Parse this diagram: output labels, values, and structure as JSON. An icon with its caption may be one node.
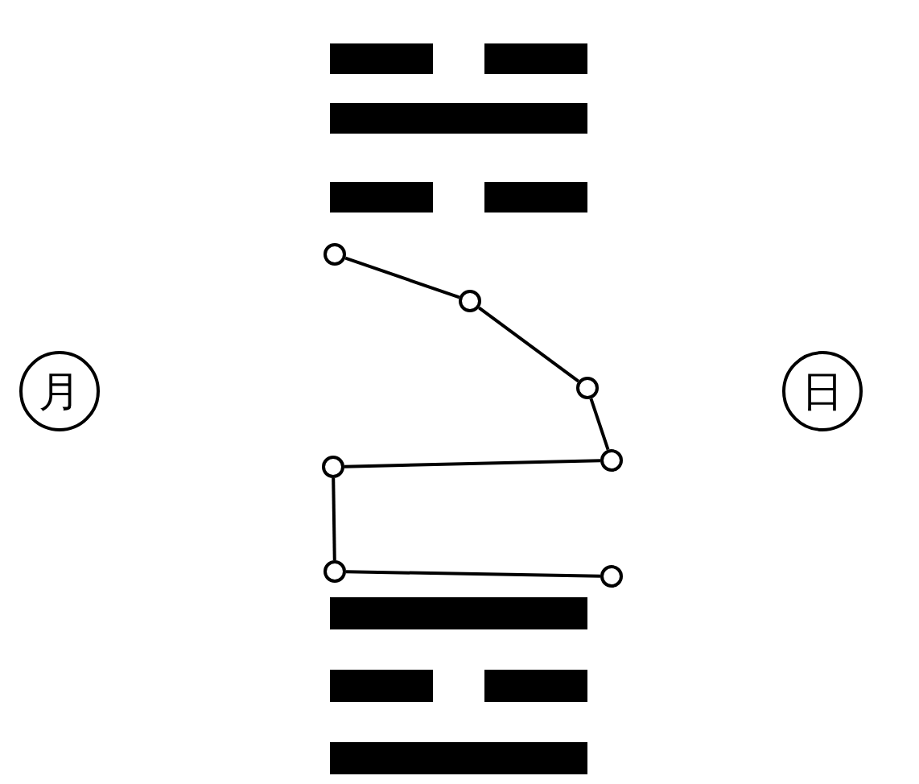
{
  "diagram": {
    "nodes": [
      {
        "text": [
          "月"
        ]
      },
      {
        "text": [],
        "shape": "circle"
      },
      {
        "text": [],
        "shape": "circle"
      },
      {
        "text": [],
        "shape": "circle"
      },
      {
        "text": [],
        "shape": "circle"
      },
      {
        "text": [],
        "shape": "circle"
      },
      {
        "text": [],
        "shape": "circle"
      },
      {
        "text": [],
        "shape": "circle"
      },
      {
        "text": [
          "日"
        ]
      }
    ],
    "edges": [
      {
        "from": 1,
        "to": 2,
        "arrow": "none"
      },
      {
        "from": 2,
        "to": 3,
        "arrow": "none"
      },
      {
        "from": 3,
        "to": 4,
        "arrow": "none"
      },
      {
        "from": 4,
        "to": 5,
        "arrow": "none"
      },
      {
        "from": 5,
        "to": 6,
        "arrow": "none"
      },
      {
        "from": 6,
        "to": 7,
        "arrow": "none"
      }
    ]
  }
}
